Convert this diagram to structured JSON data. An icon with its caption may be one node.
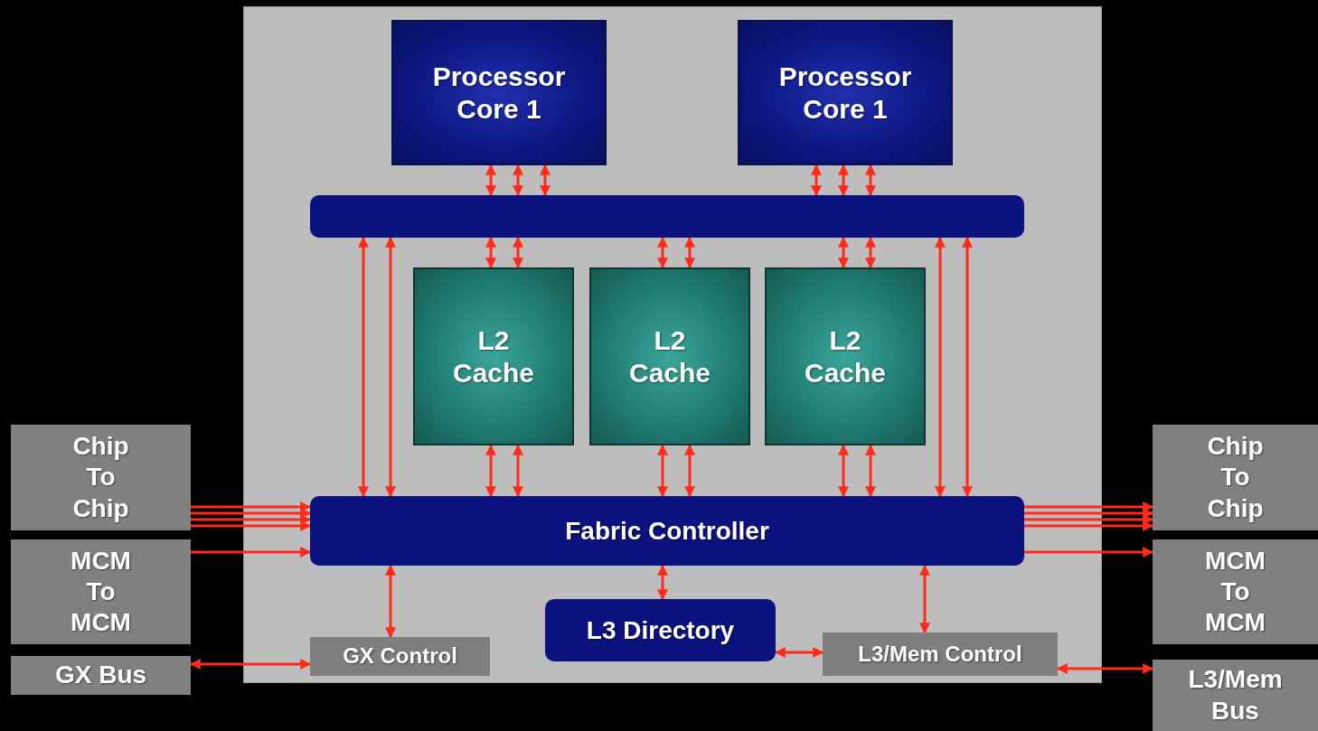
{
  "diagram": {
    "nodes": [
      {
        "text": [],
        "shape": "box"
      },
      {
        "text": [
          "Processor Core 1"
        ],
        "in": 0
      },
      {
        "text": [
          "Processor Core 1"
        ],
        "in": 0
      },
      {
        "text": [],
        "shape": "bar",
        "in": 0
      },
      {
        "text": [
          "L2 Cache"
        ],
        "in": 0
      },
      {
        "text": [
          "L2 Cache"
        ],
        "in": 0
      },
      {
        "text": [
          "L2 Cache"
        ],
        "in": 0
      },
      {
        "text": [
          "Fabric Controller"
        ],
        "in": 0
      },
      {
        "text": [
          "L3 Directory"
        ],
        "in": 0
      },
      {
        "text": [
          "GX Control"
        ],
        "in": 0
      },
      {
        "text": [
          "L3/Mem Control"
        ],
        "in": 0
      },
      {
        "text": [
          "Chip To Chip"
        ]
      },
      {
        "text": [
          "MCM To MCM"
        ]
      },
      {
        "text": [
          "GX Bus"
        ]
      },
      {
        "text": [
          "Chip To Chip"
        ]
      },
      {
        "text": [
          "MCM To MCM"
        ]
      },
      {
        "text": [
          "L3/Mem Bus"
        ]
      }
    ],
    "edges": [
      {
        "from": 1,
        "to": 3,
        "arrow": "both"
      },
      {
        "from": 1,
        "to": 3,
        "arrow": "both"
      },
      {
        "from": 1,
        "to": 3,
        "arrow": "both"
      },
      {
        "from": 2,
        "to": 3,
        "arrow": "both"
      },
      {
        "from": 2,
        "to": 3,
        "arrow": "both"
      },
      {
        "from": 2,
        "to": 3,
        "arrow": "both"
      },
      {
        "from": 3,
        "to": 4,
        "arrow": "both"
      },
      {
        "from": 3,
        "to": 4,
        "arrow": "both"
      },
      {
        "from": 3,
        "to": 5,
        "arrow": "both"
      },
      {
        "from": 3,
        "to": 5,
        "arrow": "both"
      },
      {
        "from": 3,
        "to": 6,
        "arrow": "both"
      },
      {
        "from": 3,
        "to": 6,
        "arrow": "both"
      },
      {
        "from": 3,
        "to": 7,
        "arrow": "both"
      },
      {
        "from": 3,
        "to": 7,
        "arrow": "both"
      },
      {
        "from": 3,
        "to": 7,
        "arrow": "both"
      },
      {
        "from": 3,
        "to": 7,
        "arrow": "both"
      },
      {
        "from": 4,
        "to": 7,
        "arrow": "both"
      },
      {
        "from": 4,
        "to": 7,
        "arrow": "both"
      },
      {
        "from": 5,
        "to": 7,
        "arrow": "both"
      },
      {
        "from": 5,
        "to": 7,
        "arrow": "both"
      },
      {
        "from": 6,
        "to": 7,
        "arrow": "both"
      },
      {
        "from": 6,
        "to": 7,
        "arrow": "both"
      },
      {
        "from": 11,
        "to": 7,
        "arrow": "to"
      },
      {
        "from": 11,
        "to": 7,
        "arrow": "to"
      },
      {
        "from": 11,
        "to": 7,
        "arrow": "to"
      },
      {
        "from": 11,
        "to": 7,
        "arrow": "to"
      },
      {
        "from": 12,
        "to": 7,
        "arrow": "to"
      },
      {
        "from": 7,
        "to": 14,
        "arrow": "to"
      },
      {
        "from": 7,
        "to": 14,
        "arrow": "to"
      },
      {
        "from": 7,
        "to": 14,
        "arrow": "to"
      },
      {
        "from": 7,
        "to": 14,
        "arrow": "to"
      },
      {
        "from": 7,
        "to": 15,
        "arrow": "to"
      },
      {
        "from": 13,
        "to": 9,
        "arrow": "both"
      },
      {
        "from": 7,
        "to": 9,
        "arrow": "both"
      },
      {
        "from": 7,
        "to": 8,
        "arrow": "both"
      },
      {
        "from": 7,
        "to": 10,
        "arrow": "both"
      },
      {
        "from": 8,
        "to": 10,
        "arrow": "both"
      },
      {
        "from": 10,
        "to": 16,
        "arrow": "both"
      }
    ]
  }
}
